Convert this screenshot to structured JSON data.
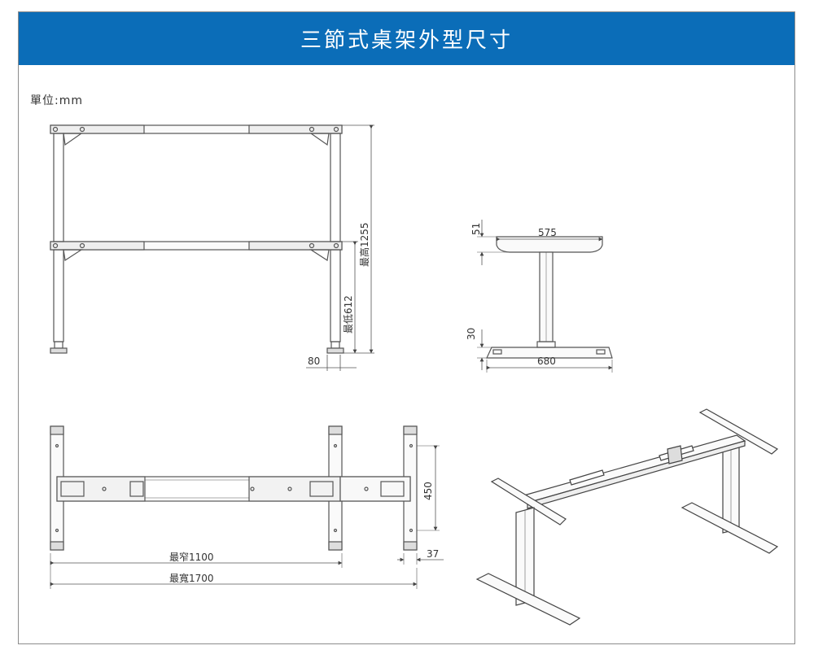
{
  "header": {
    "title": "三節式桌架外型尺寸"
  },
  "unit": "單位:mm",
  "dimensions": {
    "max_height": "最高1255",
    "min_height": "最低612",
    "foot_offset": "80",
    "top_thickness": "51",
    "top_width": "575",
    "foot_thickness": "30",
    "foot_length": "680",
    "rail_span": "450",
    "side_gap": "37",
    "min_width": "最窄1100",
    "max_width": "最寬1700"
  },
  "colors": {
    "header_bg": "#0b6db8",
    "line": "#555555"
  }
}
